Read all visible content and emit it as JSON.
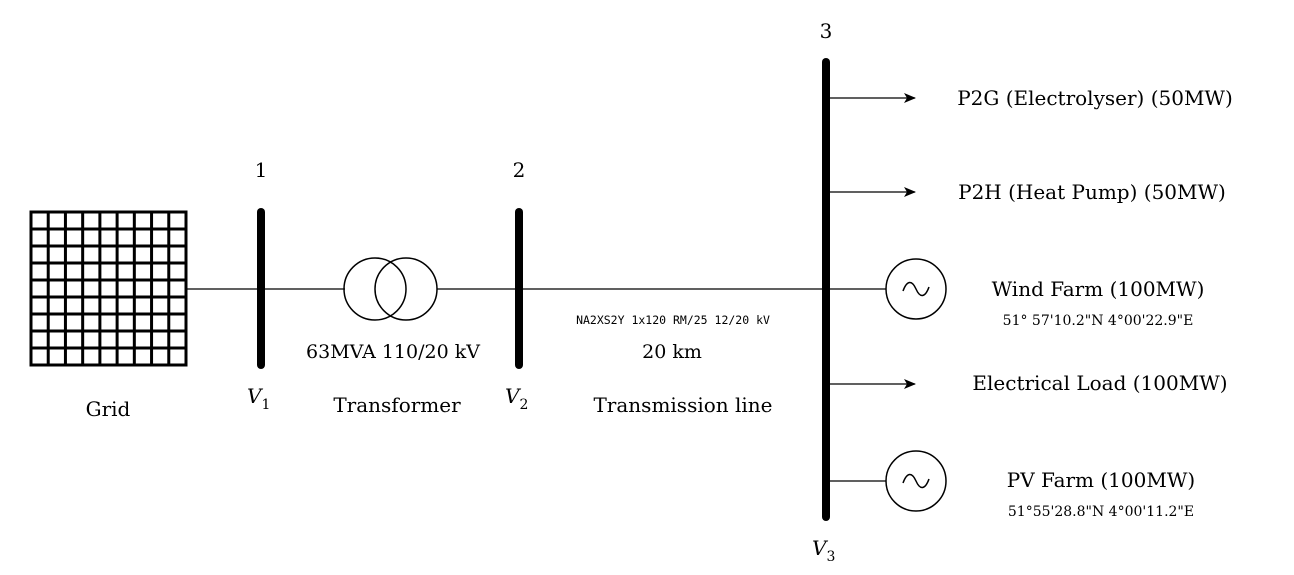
{
  "buses": {
    "bus1": {
      "number": "1",
      "voltage_main": "V",
      "voltage_sub": "1"
    },
    "bus2": {
      "number": "2",
      "voltage_main": "V",
      "voltage_sub": "2"
    },
    "bus3": {
      "number": "3",
      "voltage_main": "V",
      "voltage_sub": "3"
    }
  },
  "grid": {
    "label": "Grid",
    "icon": "grid-icon"
  },
  "transformer": {
    "rating": "63MVA 110/20 kV",
    "label": "Transformer",
    "icon": "transformer-icon"
  },
  "transmission_line": {
    "cable": "NA2XS2Y 1x120 RM/25 12/20 kV",
    "length": "20 km",
    "label": "Transmission line"
  },
  "connections": [
    {
      "label": "P2G (Electrolyser) (50MW)",
      "kind": "load-arrow"
    },
    {
      "label": "P2H (Heat Pump) (50MW)",
      "kind": "load-arrow"
    },
    {
      "label": "Wind Farm (100MW)",
      "coords": "51° 57'10.2\"N 4°00'22.9\"E",
      "kind": "generator",
      "icon": "ac-generator-icon"
    },
    {
      "label": "Electrical Load (100MW)",
      "kind": "load-arrow"
    },
    {
      "label": "PV Farm (100MW)",
      "coords": "51°55'28.8\"N 4°00'11.2\"E",
      "kind": "generator",
      "icon": "ac-generator-icon"
    }
  ],
  "colors": {
    "line": "#000000",
    "background": "#ffffff"
  }
}
